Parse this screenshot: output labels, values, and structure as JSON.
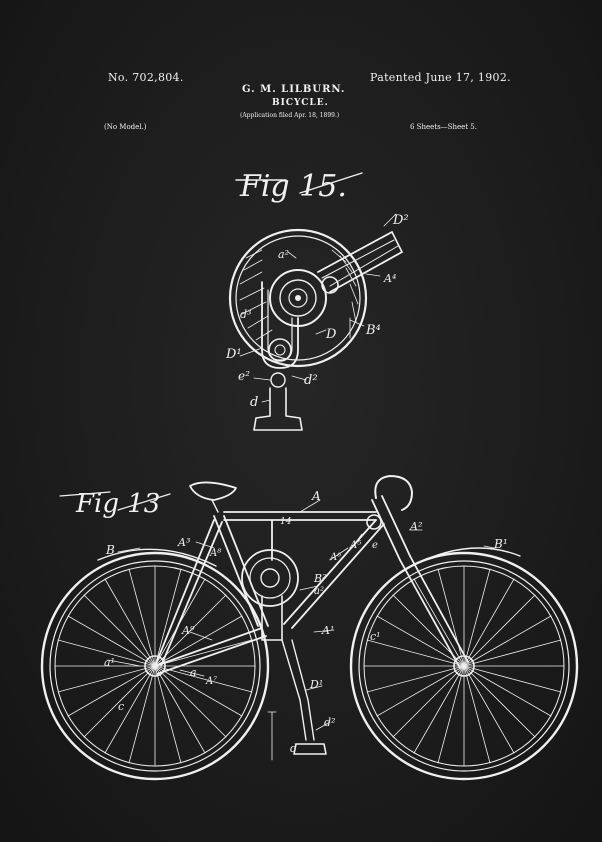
{
  "header": {
    "patent_number": "No. 702,804.",
    "inventor": "G. M. LILBURN.",
    "title": "BICYCLE.",
    "filed": "(Application filed Apr. 18, 1899.)",
    "patented": "Patented June 17, 1902.",
    "model": "(No Model.)",
    "sheets": "6 Sheets—Sheet 5."
  },
  "figures": {
    "fig15": {
      "caption": "Fig 15.",
      "labels": {
        "D2": "D²",
        "a2": "a²",
        "A4": "A⁴",
        "B4": "B⁴",
        "D": "D",
        "d3": "d³",
        "D1": "D¹",
        "e2": "e²",
        "d2": "d²",
        "d": "d"
      }
    },
    "fig13": {
      "caption": "Fig 13",
      "labels": {
        "A": "A",
        "A3": "A³",
        "A2": "A²",
        "B": "B",
        "B1": "B¹",
        "A1": "A¹",
        "a1": "a¹",
        "a": "a",
        "c": "c",
        "A7": "A⁷",
        "c1": "c¹",
        "b2": "B²",
        "a2": "a²",
        "A6": "A⁶",
        "A5": "A⁵",
        "e": "e",
        "A8": "A⁸",
        "l4": "14",
        "d2": "d²",
        "d": "d",
        "D1": "D¹",
        "A9": "A⁹"
      }
    }
  }
}
